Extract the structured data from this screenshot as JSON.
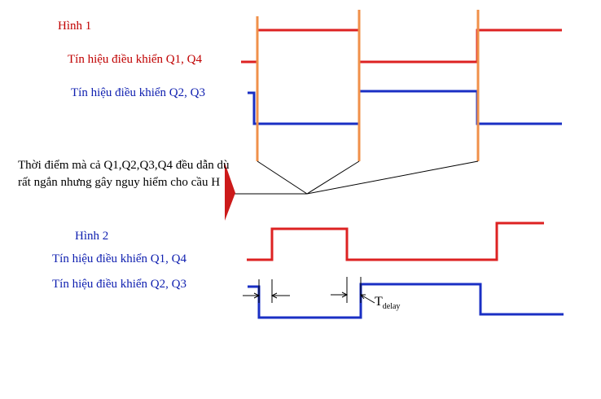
{
  "figure1": {
    "title": "Hình 1",
    "label_q1q4": "Tín hiệu điều khiển Q1, Q4",
    "label_q2q3": "Tín hiệu điều khiển Q2, Q3"
  },
  "note": {
    "text": "Thời điểm mà cả Q1,Q2,Q3,Q4 đều dẫn dù rất ngắn nhưng gây nguy hiểm cho cầu H"
  },
  "figure2": {
    "title": "Hình 2",
    "label_q1q4": "Tín hiệu điều khiển Q1, Q4",
    "label_q2q3": "Tín hiệu điều khiển Q2, Q3",
    "delay_symbol": "T",
    "delay_subscript": "delay"
  },
  "colors": {
    "q1q4": "#dd2222",
    "q2q3": "#1a2fc4",
    "marker": "#f0904a",
    "arrow": "#cc1a1a",
    "text_red": "#c00000",
    "text_blue": "#1020b0"
  }
}
